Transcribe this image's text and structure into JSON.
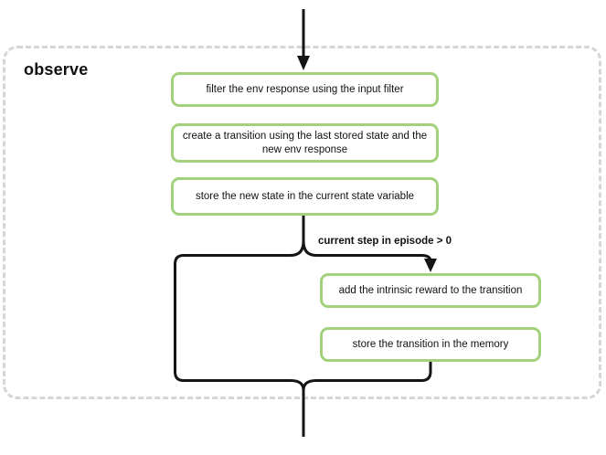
{
  "diagram": {
    "group_title": "observe",
    "condition_label": "current step in episode > 0",
    "nodes": [
      {
        "id": "filter-env-response",
        "label": "filter the env response using the input filter"
      },
      {
        "id": "create-transition",
        "label": "create a transition using the last stored state and the new env response"
      },
      {
        "id": "store-new-state",
        "label": "store the new state in the current state variable"
      },
      {
        "id": "add-intrinsic-reward",
        "label": "add the intrinsic reward to the transition"
      },
      {
        "id": "store-transition-memory",
        "label": "store the transition in the memory"
      }
    ],
    "colors": {
      "node_border": "#a2d17c",
      "edge_line": "#151515",
      "group_border_dashes": "#d6d6d6",
      "text": "#111111",
      "background": "#ffffff"
    }
  }
}
